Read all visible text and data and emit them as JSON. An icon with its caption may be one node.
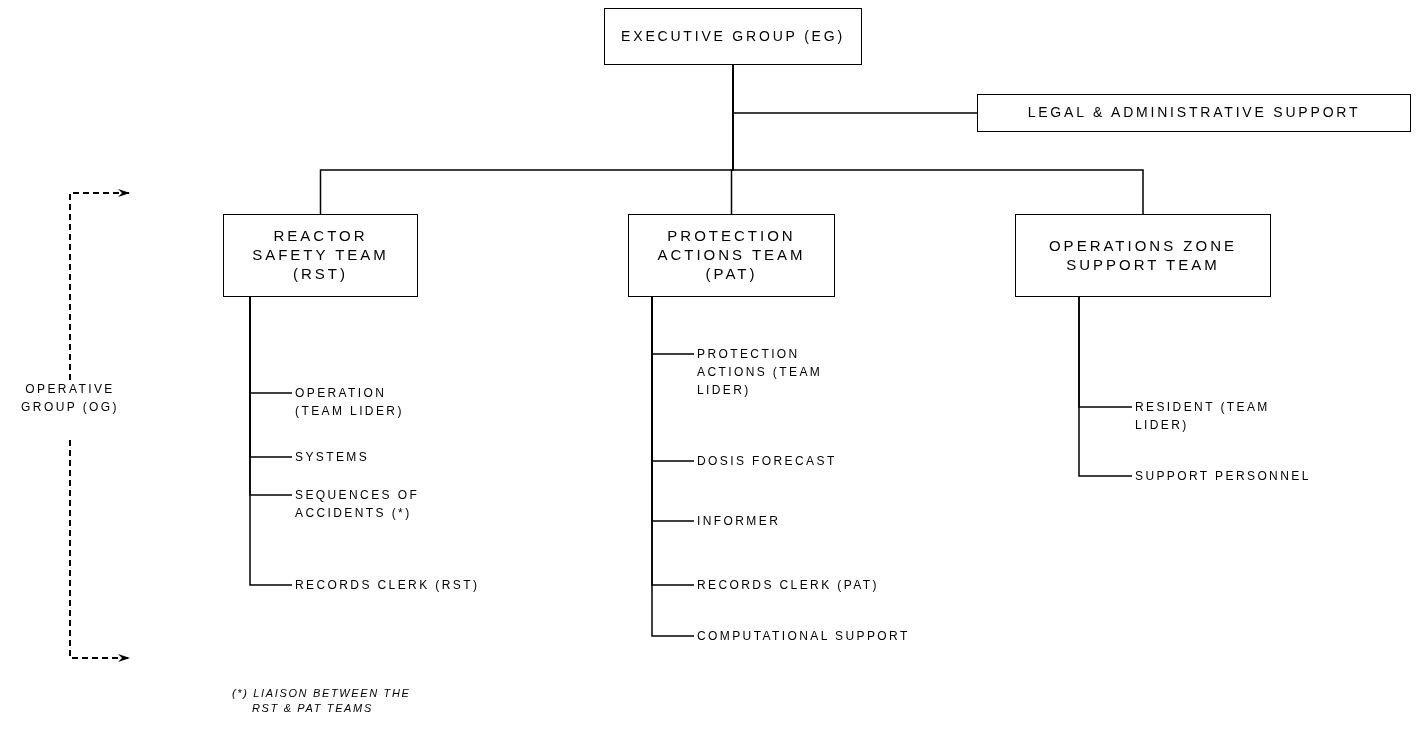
{
  "diagram": {
    "nodes": [
      {
        "text": [
          "EXECUTIVE GROUP (EG)"
        ]
      },
      {
        "text": [
          "LEGAL & ADMINISTRATIVE SUPPORT"
        ]
      },
      {
        "text": [
          "REACTOR SAFETY TEAM (RST)"
        ]
      },
      {
        "text": [
          "PROTECTION ACTIONS TEAM (PAT)"
        ]
      },
      {
        "text": [
          "OPERATIONS ZONE SUPPORT TEAM"
        ]
      },
      {
        "text": [
          "OPERATIVE GROUP (OG)"
        ]
      },
      {
        "text": [
          "OPERATION (TEAM LIDER)"
        ]
      },
      {
        "text": [
          "SYSTEMS"
        ]
      },
      {
        "text": [
          "SEQUENCES OF ACCIDENTS (*)"
        ]
      },
      {
        "text": [
          "RECORDS CLERK (RST)"
        ]
      },
      {
        "text": [
          "PROTECTION ACTIONS (TEAM LIDER)"
        ]
      },
      {
        "text": [
          "DOSIS FORECAST"
        ]
      },
      {
        "text": [
          "INFORMER"
        ]
      },
      {
        "text": [
          "RECORDS CLERK (PAT)"
        ]
      },
      {
        "text": [
          "COMPUTATIONAL SUPPORT"
        ]
      },
      {
        "text": [
          "RESIDENT (TEAM LIDER)"
        ]
      },
      {
        "text": [
          "SUPPORT PERSONNEL"
        ]
      }
    ],
    "edges": [
      {
        "from": 0,
        "to": 1,
        "arrow": "none"
      },
      {
        "from": 0,
        "to": 2,
        "arrow": "none"
      },
      {
        "from": 0,
        "to": 3,
        "arrow": "none"
      },
      {
        "from": 0,
        "to": 4,
        "arrow": "none"
      },
      {
        "from": 5,
        "to": null,
        "arrow": "to",
        "style": "dashed"
      },
      {
        "from": 5,
        "to": null,
        "arrow": "to",
        "style": "dashed"
      },
      {
        "from": 2,
        "to": 6,
        "arrow": "none"
      },
      {
        "from": 2,
        "to": 7,
        "arrow": "none"
      },
      {
        "from": 2,
        "to": 8,
        "arrow": "none"
      },
      {
        "from": 2,
        "to": 9,
        "arrow": "none"
      },
      {
        "from": 3,
        "to": 10,
        "arrow": "none"
      },
      {
        "from": 3,
        "to": 11,
        "arrow": "none"
      },
      {
        "from": 3,
        "to": 12,
        "arrow": "none"
      },
      {
        "from": 3,
        "to": 13,
        "arrow": "none"
      },
      {
        "from": 3,
        "to": 14,
        "arrow": "none"
      },
      {
        "from": 4,
        "to": 15,
        "arrow": "none"
      },
      {
        "from": 4,
        "to": 16,
        "arrow": "none"
      }
    ],
    "labels": [
      "(*) LIAISON BETWEEN THE RST & PAT TEAMS"
    ]
  }
}
